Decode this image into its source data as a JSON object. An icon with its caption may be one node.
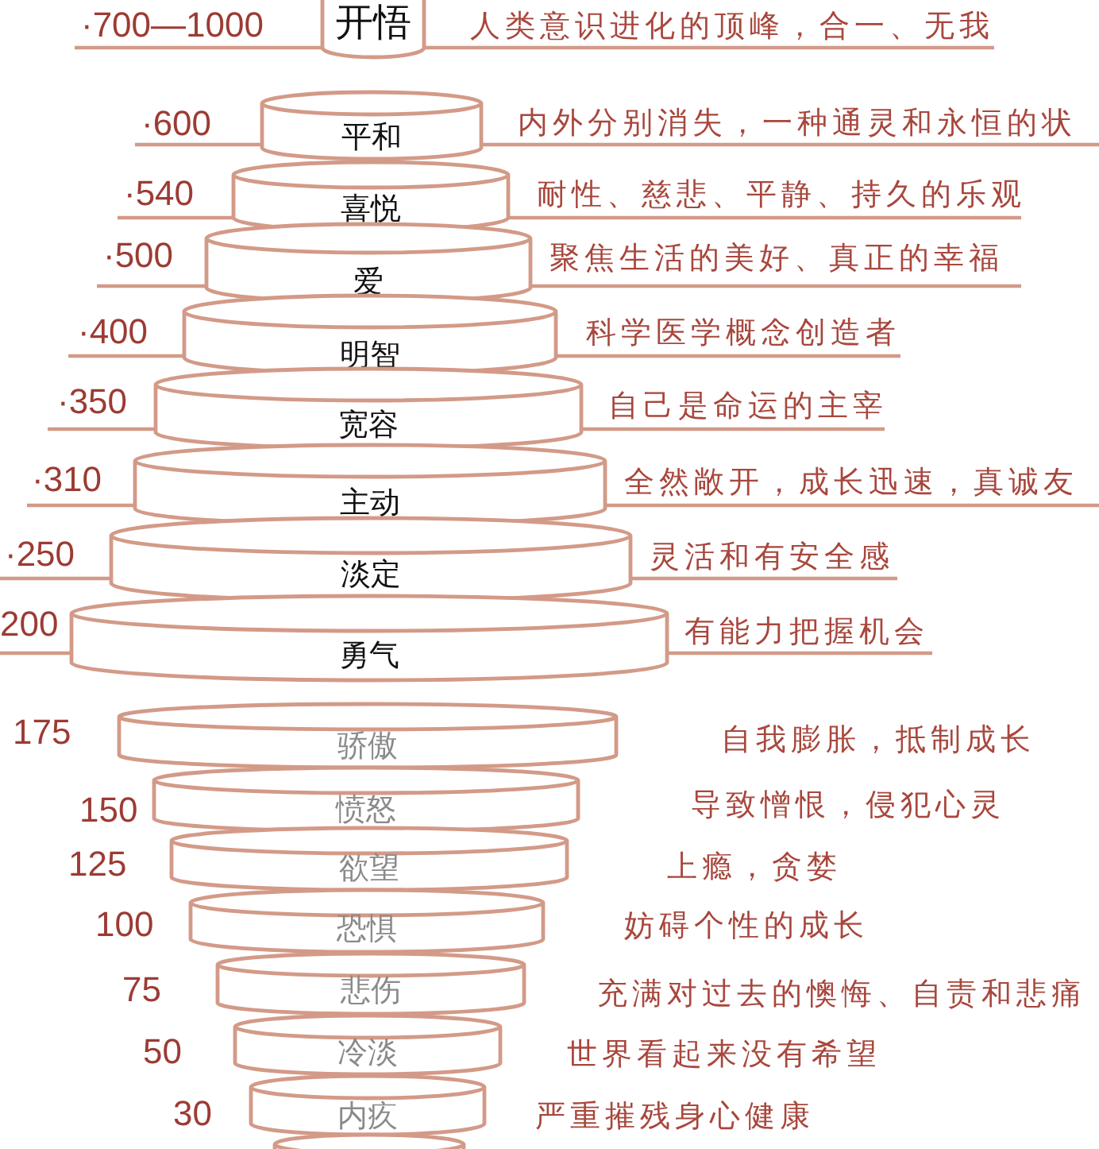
{
  "diagram": {
    "nodes": [
      {
        "text": [
          "开悟"
        ],
        "beside": [
          "·700—1000",
          "人类意识进化的顶峰，合一、无我"
        ]
      },
      {
        "text": [
          "平和"
        ],
        "beside": [
          "·600",
          "内外分别消失，一种通灵和永恒的状"
        ]
      },
      {
        "text": [
          "喜悦"
        ],
        "beside": [
          "·540",
          "耐性、慈悲、平静、持久的乐观"
        ]
      },
      {
        "text": [
          "爱"
        ],
        "beside": [
          "·500",
          "聚焦生活的美好、真正的幸福"
        ]
      },
      {
        "text": [
          "明智"
        ],
        "beside": [
          "·400",
          "科学医学概念创造者"
        ]
      },
      {
        "text": [
          "宽容"
        ],
        "beside": [
          "·350",
          "自己是命运的主宰"
        ]
      },
      {
        "text": [
          "主动"
        ],
        "beside": [
          "·310",
          "全然敞开，成长迅速，真诚友"
        ]
      },
      {
        "text": [
          "淡定"
        ],
        "beside": [
          "·250",
          "灵活和有安全感"
        ]
      },
      {
        "text": [
          "勇气"
        ],
        "beside": [
          "200",
          "有能力把握机会"
        ]
      },
      {
        "text": [
          "骄傲"
        ],
        "beside": [
          "175",
          "自我膨胀，抵制成长"
        ]
      },
      {
        "text": [
          "愤怒"
        ],
        "beside": [
          "150",
          "导致憎恨，侵犯心灵"
        ]
      },
      {
        "text": [
          "欲望"
        ],
        "beside": [
          "125",
          "上瘾，贪婪"
        ]
      },
      {
        "text": [
          "恐惧"
        ],
        "beside": [
          "100",
          "妨碍个性的成长"
        ]
      },
      {
        "text": [
          "悲伤"
        ],
        "beside": [
          "75",
          "充满对过去的懊悔、自责和悲痛"
        ]
      },
      {
        "text": [
          "冷淡"
        ],
        "beside": [
          "50",
          "世界看起来没有希望"
        ]
      },
      {
        "text": [
          "内疚"
        ],
        "beside": [
          "30",
          "严重摧残身心健康"
        ]
      },
      {
        "text": [],
        "shape": "cylinder"
      }
    ]
  }
}
